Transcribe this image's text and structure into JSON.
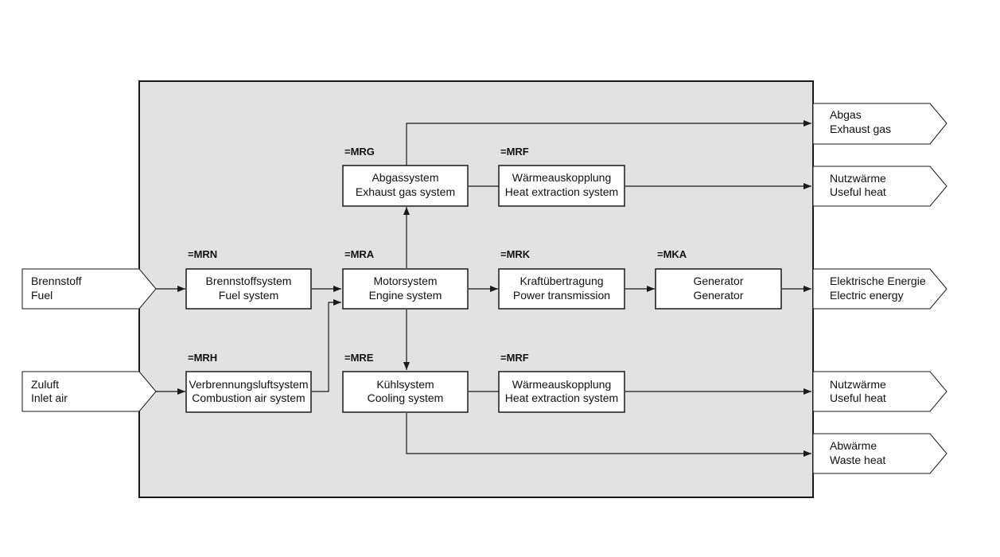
{
  "colors": {
    "frame_fill": "#e2e2e2",
    "line": "#1a1a1a",
    "block_fill": "#ffffff"
  },
  "blocks": [
    {
      "id": "mrg",
      "code": "=MRG",
      "de": "Abgassystem",
      "en": "Exhaust gas system"
    },
    {
      "id": "mrf-top",
      "code": "=MRF",
      "de": "Wärmeauskopplung",
      "en": "Heat extraction system"
    },
    {
      "id": "mrn",
      "code": "=MRN",
      "de": "Brennstoffsystem",
      "en": "Fuel system"
    },
    {
      "id": "mra",
      "code": "=MRA",
      "de": "Motorsystem",
      "en": "Engine system"
    },
    {
      "id": "mrk",
      "code": "=MRK",
      "de": "Kraftübertragung",
      "en": "Power transmission"
    },
    {
      "id": "mka",
      "code": "=MKA",
      "de": "Generator",
      "en": "Generator"
    },
    {
      "id": "mrh",
      "code": "=MRH",
      "de": "Verbrennungsluftsystem",
      "en": "Combustion air system"
    },
    {
      "id": "mre",
      "code": "=MRE",
      "de": "Kühlsystem",
      "en": "Cooling system"
    },
    {
      "id": "mrf-bottom",
      "code": "=MRF",
      "de": "Wärmeauskopplung",
      "en": "Heat extraction system"
    }
  ],
  "inputs": [
    {
      "id": "fuel",
      "de": "Brennstoff",
      "en": "Fuel"
    },
    {
      "id": "inlet-air",
      "de": "Zuluft",
      "en": "Inlet air"
    }
  ],
  "outputs": [
    {
      "id": "exhaust-gas",
      "de": "Abgas",
      "en": "Exhaust gas"
    },
    {
      "id": "useful-heat-top",
      "de": "Nutzwärme",
      "en": "Useful heat"
    },
    {
      "id": "electric-energy",
      "de": "Elektrische Energie",
      "en": "Electric energy"
    },
    {
      "id": "useful-heat-bottom",
      "de": "Nutzwärme",
      "en": "Useful heat"
    },
    {
      "id": "waste-heat",
      "de": "Abwärme",
      "en": "Waste heat"
    }
  ]
}
